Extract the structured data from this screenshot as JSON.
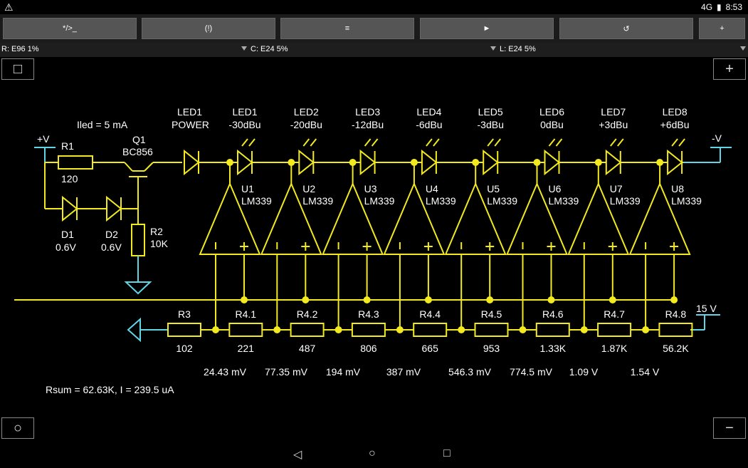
{
  "status": {
    "time": "8:53",
    "signal": "4G"
  },
  "toolbar": {
    "buttons": [
      {
        "label": "*/>_"
      },
      {
        "label": "(!)"
      },
      {
        "label": "≡"
      },
      {
        "label": "►"
      },
      {
        "label": "↺"
      },
      {
        "label": "+"
      }
    ]
  },
  "tolerance": {
    "r": "R:  E96 1%",
    "c": "C:  E24 5%",
    "l": "L:  E24 5%"
  },
  "schematic": {
    "iled": "Iled = 5 mA",
    "vplus": "+V",
    "vminus": "-V",
    "supply": "15 V",
    "r1": {
      "name": "R1",
      "value": "120"
    },
    "q1": {
      "name": "Q1",
      "type": "BC856"
    },
    "r2": {
      "name": "R2",
      "value": "10K"
    },
    "d1": {
      "name": "D1",
      "value": "0.6V"
    },
    "d2": {
      "name": "D2",
      "value": "0.6V"
    },
    "power_led": {
      "name": "LED1",
      "label": "POWER"
    },
    "leds": [
      {
        "name": "LED1",
        "label": "-30dBu"
      },
      {
        "name": "LED2",
        "label": "-20dBu"
      },
      {
        "name": "LED3",
        "label": "-12dBu"
      },
      {
        "name": "LED4",
        "label": "-6dBu"
      },
      {
        "name": "LED5",
        "label": "-3dBu"
      },
      {
        "name": "LED6",
        "label": "0dBu"
      },
      {
        "name": "LED7",
        "label": "+3dBu"
      },
      {
        "name": "LED8",
        "label": "+6dBu"
      }
    ],
    "comparators": [
      {
        "name": "U1",
        "type": "LM339"
      },
      {
        "name": "U2",
        "type": "LM339"
      },
      {
        "name": "U3",
        "type": "LM339"
      },
      {
        "name": "U4",
        "type": "LM339"
      },
      {
        "name": "U5",
        "type": "LM339"
      },
      {
        "name": "U6",
        "type": "LM339"
      },
      {
        "name": "U7",
        "type": "LM339"
      },
      {
        "name": "U8",
        "type": "LM339"
      }
    ],
    "ladder": [
      {
        "name": "R3",
        "value": "102"
      },
      {
        "name": "R4.1",
        "value": "221"
      },
      {
        "name": "R4.2",
        "value": "487"
      },
      {
        "name": "R4.3",
        "value": "806"
      },
      {
        "name": "R4.4",
        "value": "665"
      },
      {
        "name": "R4.5",
        "value": "953"
      },
      {
        "name": "R4.6",
        "value": "1.33K"
      },
      {
        "name": "R4.7",
        "value": "1.87K"
      },
      {
        "name": "R4.8",
        "value": "56.2K"
      }
    ],
    "voltages": [
      "24.43 mV",
      "77.35 mV",
      "194 mV",
      "387 mV",
      "546.3 mV",
      "774.5 mV",
      "1.09 V",
      "1.54 V"
    ],
    "summary": "Rsum = 62.63K, I = 239.5 uA"
  },
  "colors": {
    "wire": "#f2ea1f",
    "ground": "#5fd6e6",
    "background": "#000000"
  }
}
